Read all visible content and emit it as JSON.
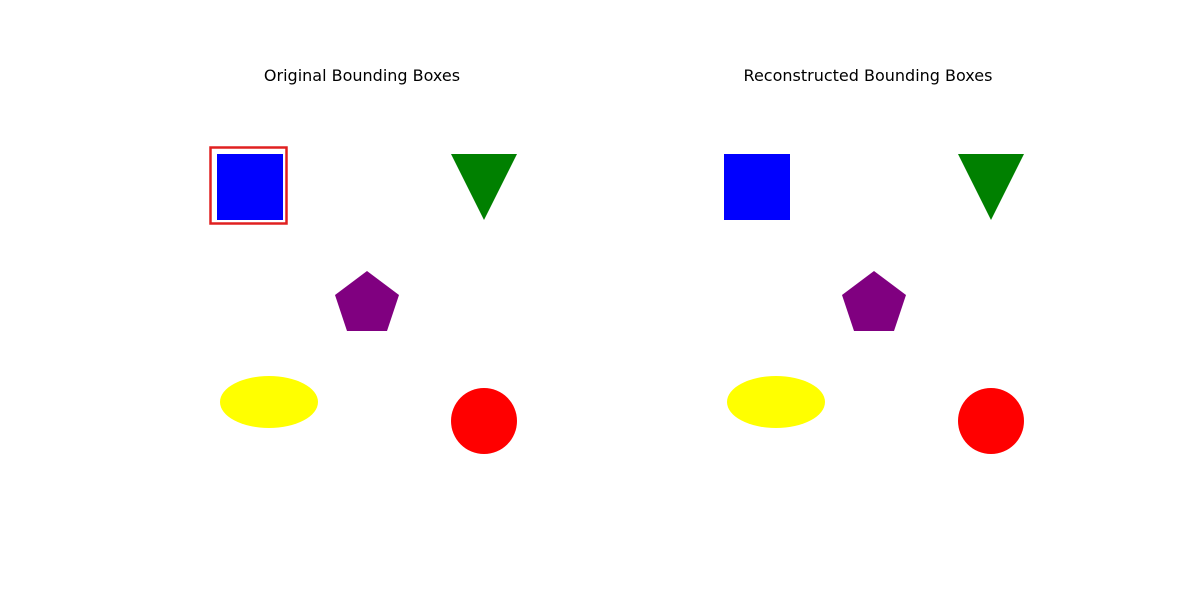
{
  "figure": {
    "panels": [
      {
        "title": "Original Bounding Boxes",
        "shapes": [
          {
            "kind": "square",
            "color": "#0000ff"
          },
          {
            "kind": "triangle",
            "color": "#008000"
          },
          {
            "kind": "pentagon",
            "color": "#800080"
          },
          {
            "kind": "ellipse",
            "color": "#ffff00"
          },
          {
            "kind": "circle",
            "color": "#ff0000"
          }
        ],
        "bounding_boxes": [
          {
            "target": "square",
            "color": "#e02020"
          }
        ]
      },
      {
        "title": "Reconstructed Bounding Boxes",
        "shapes": [
          {
            "kind": "square",
            "color": "#0000ff"
          },
          {
            "kind": "triangle",
            "color": "#008000"
          },
          {
            "kind": "pentagon",
            "color": "#800080"
          },
          {
            "kind": "ellipse",
            "color": "#ffff00"
          },
          {
            "kind": "circle",
            "color": "#ff0000"
          }
        ],
        "bounding_boxes": []
      }
    ]
  }
}
